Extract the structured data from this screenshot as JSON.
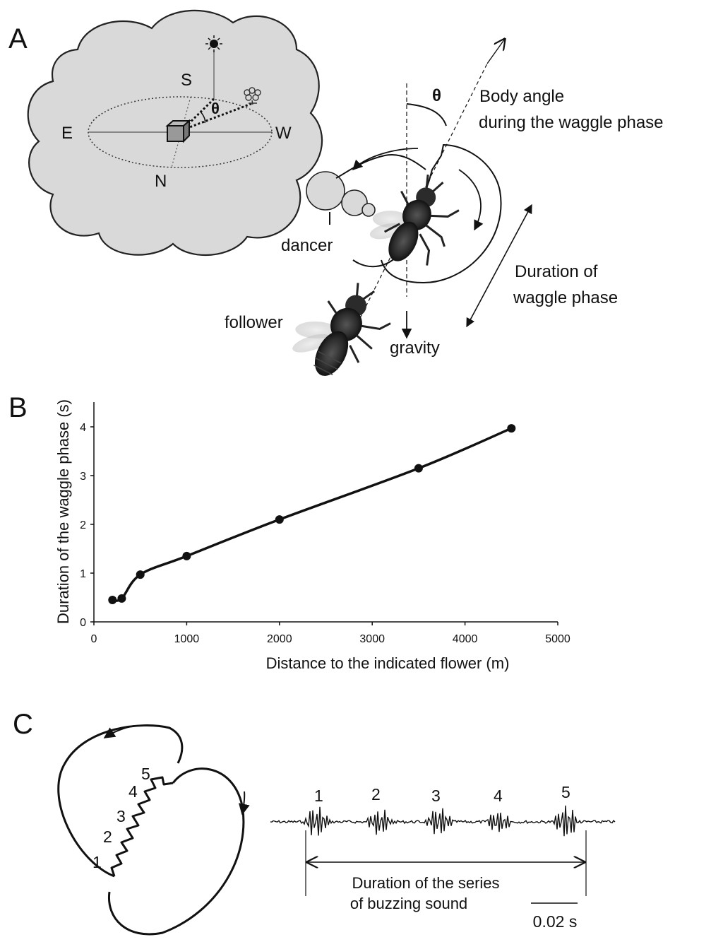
{
  "panels": {
    "a": "A",
    "b": "B",
    "c": "C"
  },
  "panel_a": {
    "compass": {
      "south": "S",
      "east": "E",
      "west": "W",
      "north": "N"
    },
    "theta_small": "θ",
    "theta_large": "θ",
    "body_angle_line1": "Body angle",
    "body_angle_line2": "during the waggle phase",
    "dancer": "dancer",
    "follower": "follower",
    "gravity": "gravity",
    "duration_line1": "Duration of",
    "duration_line2": "waggle phase",
    "icons": [
      "sun-icon",
      "flower-icon",
      "hive-icon",
      "bee-icon"
    ]
  },
  "panel_c": {
    "waggle_numbers": [
      "1",
      "2",
      "3",
      "4",
      "5"
    ],
    "burst_numbers": [
      "1",
      "2",
      "3",
      "4",
      "5"
    ],
    "series_line1": "Duration of the series",
    "series_line2": "of buzzing sound",
    "scale_label": "0.02 s"
  },
  "chart_data": {
    "type": "line",
    "xlabel": "Distance to the indicated flower (m)",
    "ylabel": "Duration of the waggle phase (s)",
    "xlim": [
      0,
      5000
    ],
    "ylim": [
      0,
      4
    ],
    "x_ticks": [
      "0",
      "1000",
      "2000",
      "3000",
      "4000",
      "5000"
    ],
    "y_ticks": [
      "0",
      "1",
      "2",
      "3",
      "4"
    ],
    "grid": false,
    "series": [
      {
        "x": [
          200,
          300,
          500,
          1000,
          2000,
          3500,
          4500
        ],
        "values": [
          0.45,
          0.48,
          0.97,
          1.35,
          2.1,
          3.15,
          3.97
        ]
      }
    ]
  }
}
